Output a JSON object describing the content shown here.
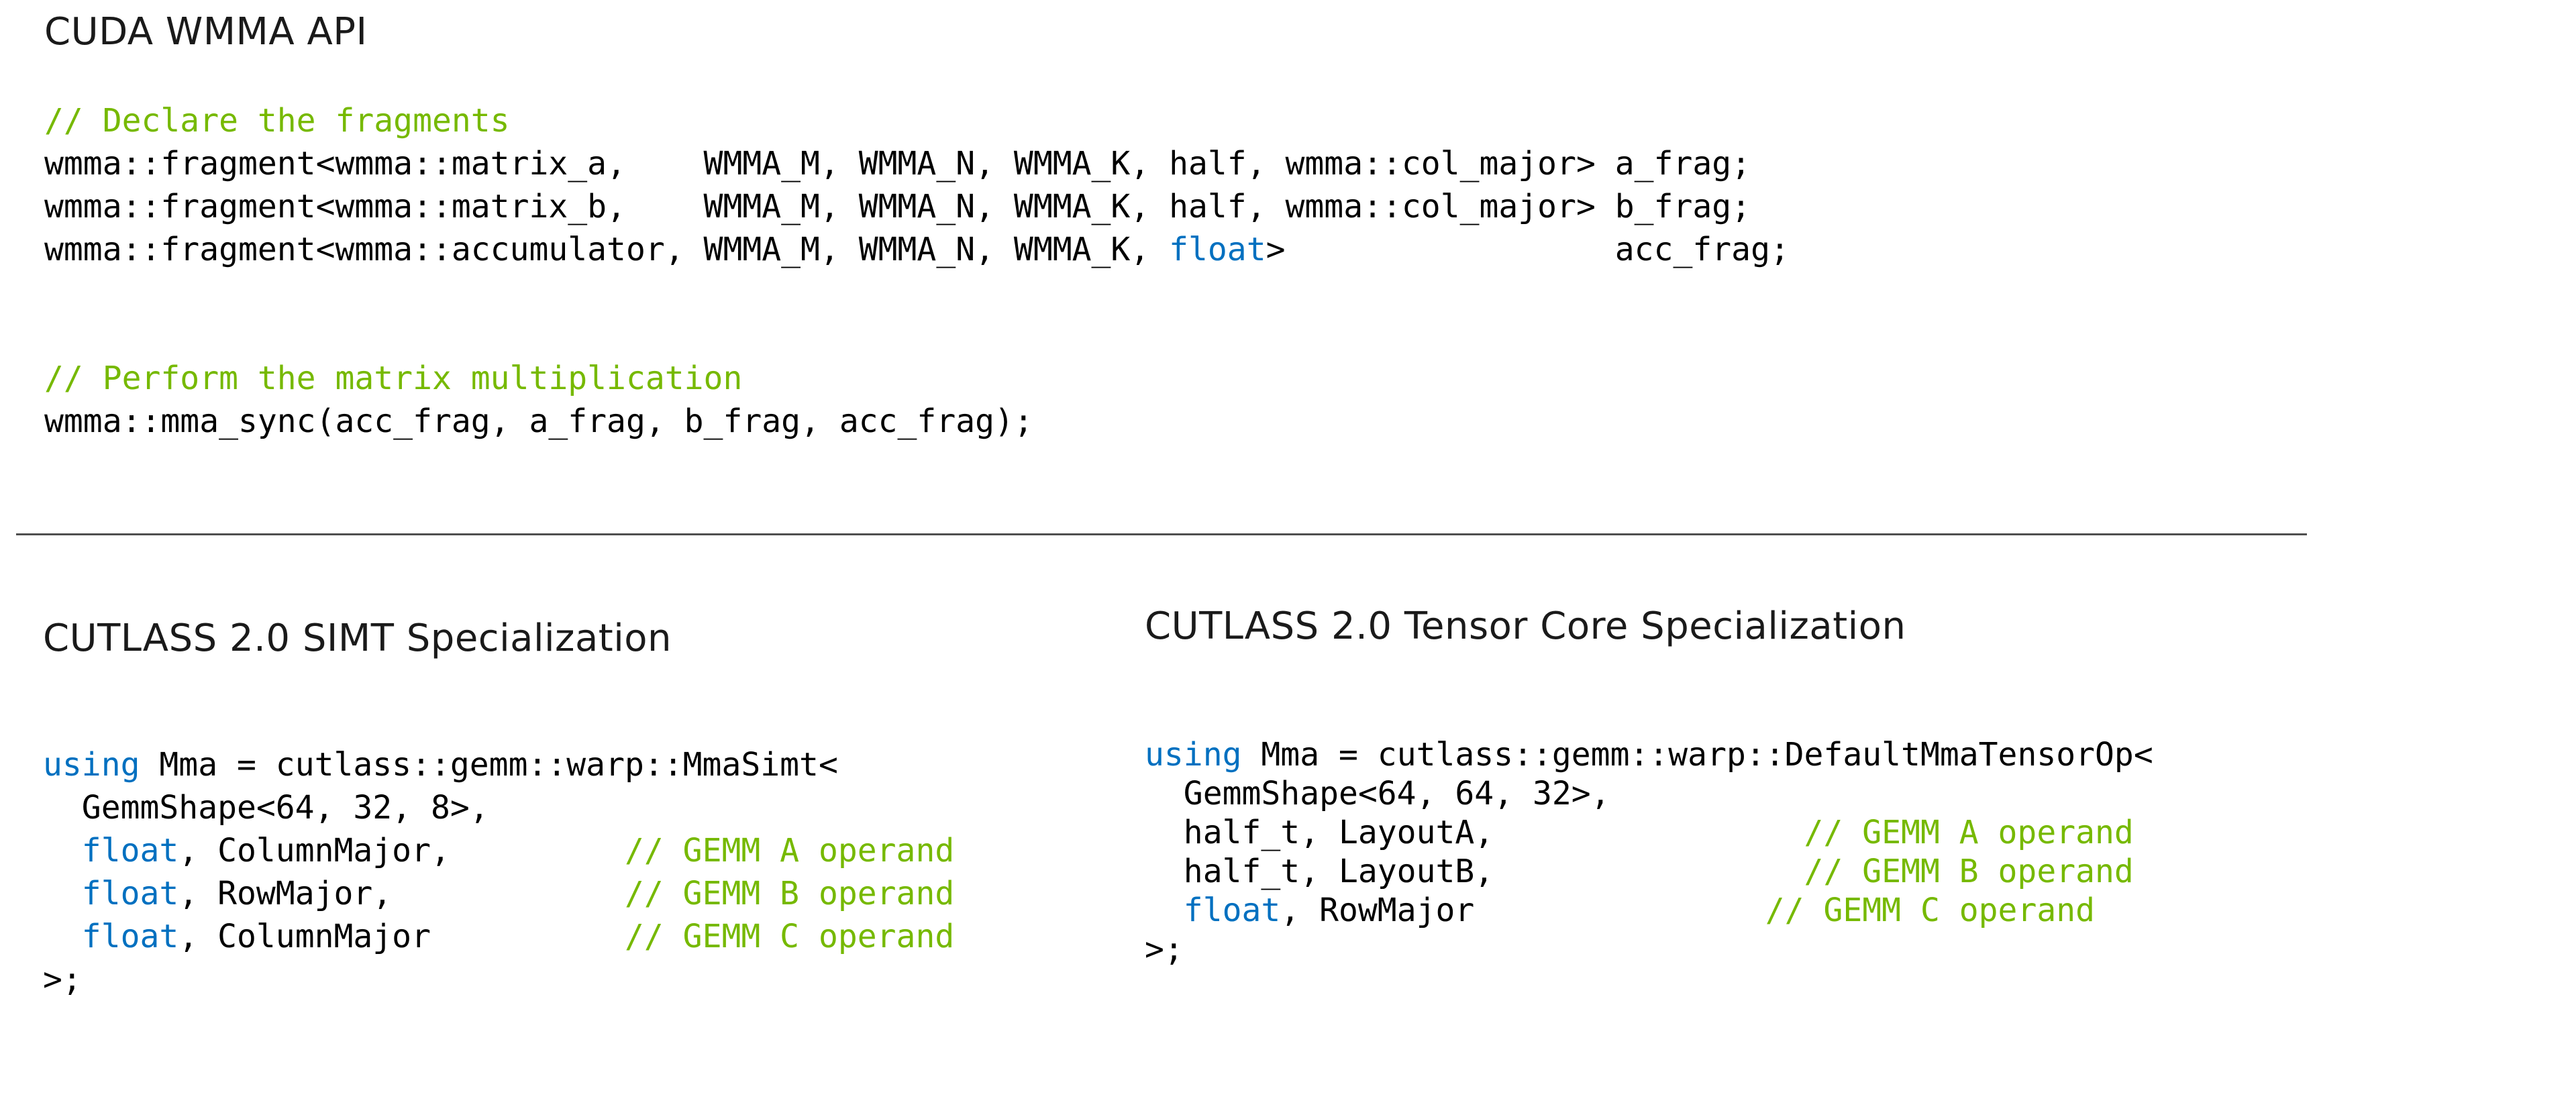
{
  "colors": {
    "background": "#ffffff",
    "heading": "#1a1a1a",
    "code": "#000000",
    "comment": "#76b900",
    "keyword": "#0070c0",
    "divider": "#4f4f4f"
  },
  "sections": {
    "wmma": {
      "title": "CUDA WMMA API",
      "code": [
        [
          [
            "// Declare the fragments",
            "cm"
          ]
        ],
        [
          [
            "wmma::fragment<wmma::matrix_a,    WMMA_M, WMMA_N, WMMA_K, half, wmma::col_major> a_frag;",
            "pl"
          ]
        ],
        [
          [
            "wmma::fragment<wmma::matrix_b,    WMMA_M, WMMA_N, WMMA_K, half, wmma::col_major> b_frag;",
            "pl"
          ]
        ],
        [
          [
            "wmma::fragment<wmma::accumulator, WMMA_M, WMMA_N, WMMA_K, ",
            "pl"
          ],
          [
            "float",
            "kw"
          ],
          [
            ">                 acc_frag;",
            "pl"
          ]
        ],
        [],
        [],
        [
          [
            "// Perform the matrix multiplication",
            "cm"
          ]
        ],
        [
          [
            "wmma::mma_sync(acc_frag, a_frag, b_frag, acc_frag);",
            "pl"
          ]
        ]
      ]
    },
    "simt": {
      "title": "CUTLASS 2.0 SIMT Specialization",
      "code": [
        [
          [
            "using",
            "kw"
          ],
          [
            " Mma = cutlass::gemm::warp::MmaSimt<",
            "pl"
          ]
        ],
        [
          [
            "  GemmShape<64, 32, 8>,",
            "pl"
          ]
        ],
        [
          [
            "  ",
            "pl"
          ],
          [
            "float",
            "kw"
          ],
          [
            ", ColumnMajor,         ",
            "pl"
          ],
          [
            "// GEMM A operand",
            "cm"
          ]
        ],
        [
          [
            "  ",
            "pl"
          ],
          [
            "float",
            "kw"
          ],
          [
            ", RowMajor,            ",
            "pl"
          ],
          [
            "// GEMM B operand",
            "cm"
          ]
        ],
        [
          [
            "  ",
            "pl"
          ],
          [
            "float",
            "kw"
          ],
          [
            ", ColumnMajor          ",
            "pl"
          ],
          [
            "// GEMM C operand",
            "cm"
          ]
        ],
        [
          [
            ">;",
            "pl"
          ]
        ]
      ]
    },
    "tensor": {
      "title": "CUTLASS 2.0 Tensor Core Specialization",
      "code": [
        [
          [
            "using",
            "kw"
          ],
          [
            " Mma = cutlass::gemm::warp::DefaultMmaTensorOp<",
            "pl"
          ]
        ],
        [
          [
            "  GemmShape<64, 64, 32>,",
            "pl"
          ]
        ],
        [
          [
            "  half_t, LayoutA,                ",
            "pl"
          ],
          [
            "// GEMM A operand",
            "cm"
          ]
        ],
        [
          [
            "  half_t, LayoutB,                ",
            "pl"
          ],
          [
            "// GEMM B operand",
            "cm"
          ]
        ],
        [
          [
            "  ",
            "pl"
          ],
          [
            "float",
            "kw"
          ],
          [
            ", RowMajor               ",
            "pl"
          ],
          [
            "// GEMM C operand",
            "cm"
          ]
        ],
        [
          [
            ">;",
            "pl"
          ]
        ]
      ]
    }
  }
}
